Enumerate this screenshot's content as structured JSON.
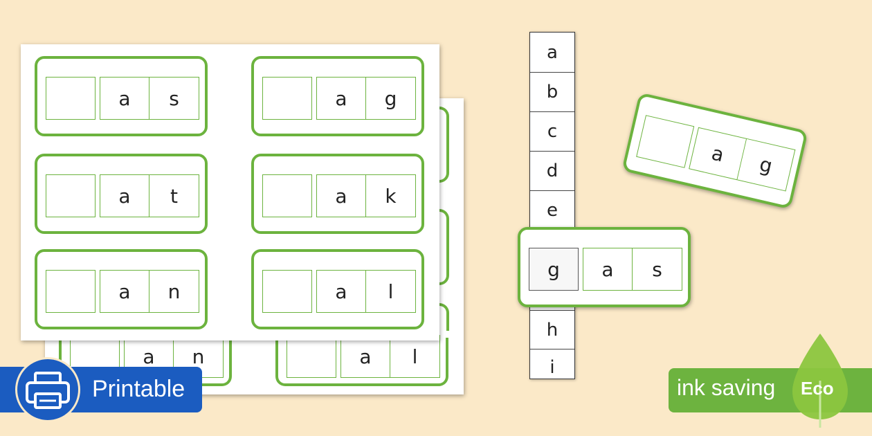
{
  "sheet_front_cards": [
    {
      "letters": [
        "",
        "a",
        "s"
      ]
    },
    {
      "letters": [
        "",
        "a",
        "g"
      ]
    },
    {
      "letters": [
        "",
        "a",
        "t"
      ]
    },
    {
      "letters": [
        "",
        "a",
        "k"
      ]
    },
    {
      "letters": [
        "",
        "a",
        "n"
      ]
    },
    {
      "letters": [
        "",
        "a",
        "l"
      ]
    }
  ],
  "sheet_back_cards": [
    {
      "letters": [
        "",
        "a",
        "n"
      ]
    },
    {
      "letters": [
        "",
        "a",
        "l"
      ]
    }
  ],
  "letter_strip": [
    "a",
    "b",
    "c",
    "d",
    "e",
    "",
    "g",
    "h",
    "i"
  ],
  "loose_card": {
    "letters": [
      "",
      "a",
      "g"
    ]
  },
  "slider_card": {
    "letters": [
      "g",
      "a",
      "s"
    ]
  },
  "badges": {
    "printable": {
      "label": "Printable",
      "icon": "printer-icon",
      "color": "#1b5cc0"
    },
    "eco": {
      "label": "ink saving",
      "leaf_text": "Eco",
      "icon": "leaf-icon",
      "color": "#6db33f"
    }
  },
  "colors": {
    "background": "#fbe9c8",
    "card_border": "#6cb33e"
  }
}
